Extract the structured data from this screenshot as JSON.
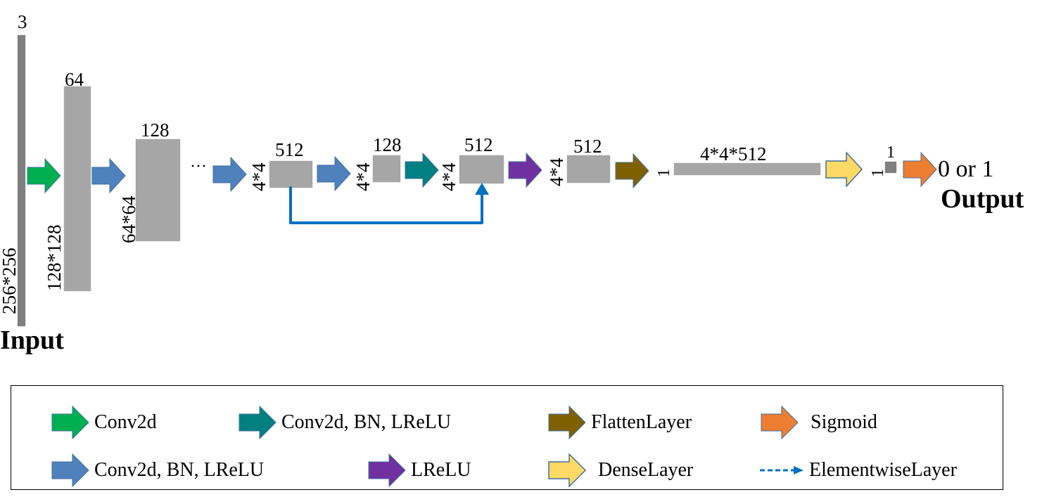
{
  "diagram": {
    "input_label": "Input",
    "output_label": "Output",
    "output_value": "0 or 1",
    "ellipsis": "···",
    "layers": [
      {
        "id": "input",
        "channels": "3",
        "size": "256*256"
      },
      {
        "id": "l1",
        "channels": "64",
        "size": "128*128"
      },
      {
        "id": "l2",
        "channels": "128",
        "size": "64*64"
      },
      {
        "id": "l3",
        "channels": "512",
        "size": "4*4"
      },
      {
        "id": "l4",
        "channels": "128",
        "size": "4*4"
      },
      {
        "id": "l5",
        "channels": "512",
        "size": "4*4"
      },
      {
        "id": "l6",
        "channels": "512",
        "size": "4*4"
      },
      {
        "id": "flatten",
        "channels": "4*4*512",
        "size": "1"
      },
      {
        "id": "dense",
        "channels": "1",
        "size": "1"
      }
    ],
    "colors": {
      "block": "#a6a6a6",
      "block_dark": "#7f7f7f",
      "conv2d": "#00b050",
      "conv_bn_lrelu_blue": "#4f81bd",
      "conv_bn_lrelu_teal": "#008080",
      "lrelu": "#7030a0",
      "flatten": "#7f6000",
      "dense": "#ffd966",
      "sigmoid": "#ed7d31",
      "skip": "#0070c0",
      "arrow_border": "#41719c"
    }
  },
  "legend": {
    "items": [
      {
        "label": "Conv2d",
        "color": "#00b050"
      },
      {
        "label": "Conv2d, BN, LReLU",
        "color": "#008080"
      },
      {
        "label": "FlattenLayer",
        "color": "#7f6000"
      },
      {
        "label": "Sigmoid",
        "color": "#ed7d31"
      },
      {
        "label": "Conv2d, BN, LReLU",
        "color": "#4f81bd"
      },
      {
        "label": "LReLU",
        "color": "#7030a0"
      },
      {
        "label": "DenseLayer",
        "color": "#ffd966"
      },
      {
        "label": "ElementwiseLayer",
        "color": "#0070c0"
      }
    ]
  }
}
